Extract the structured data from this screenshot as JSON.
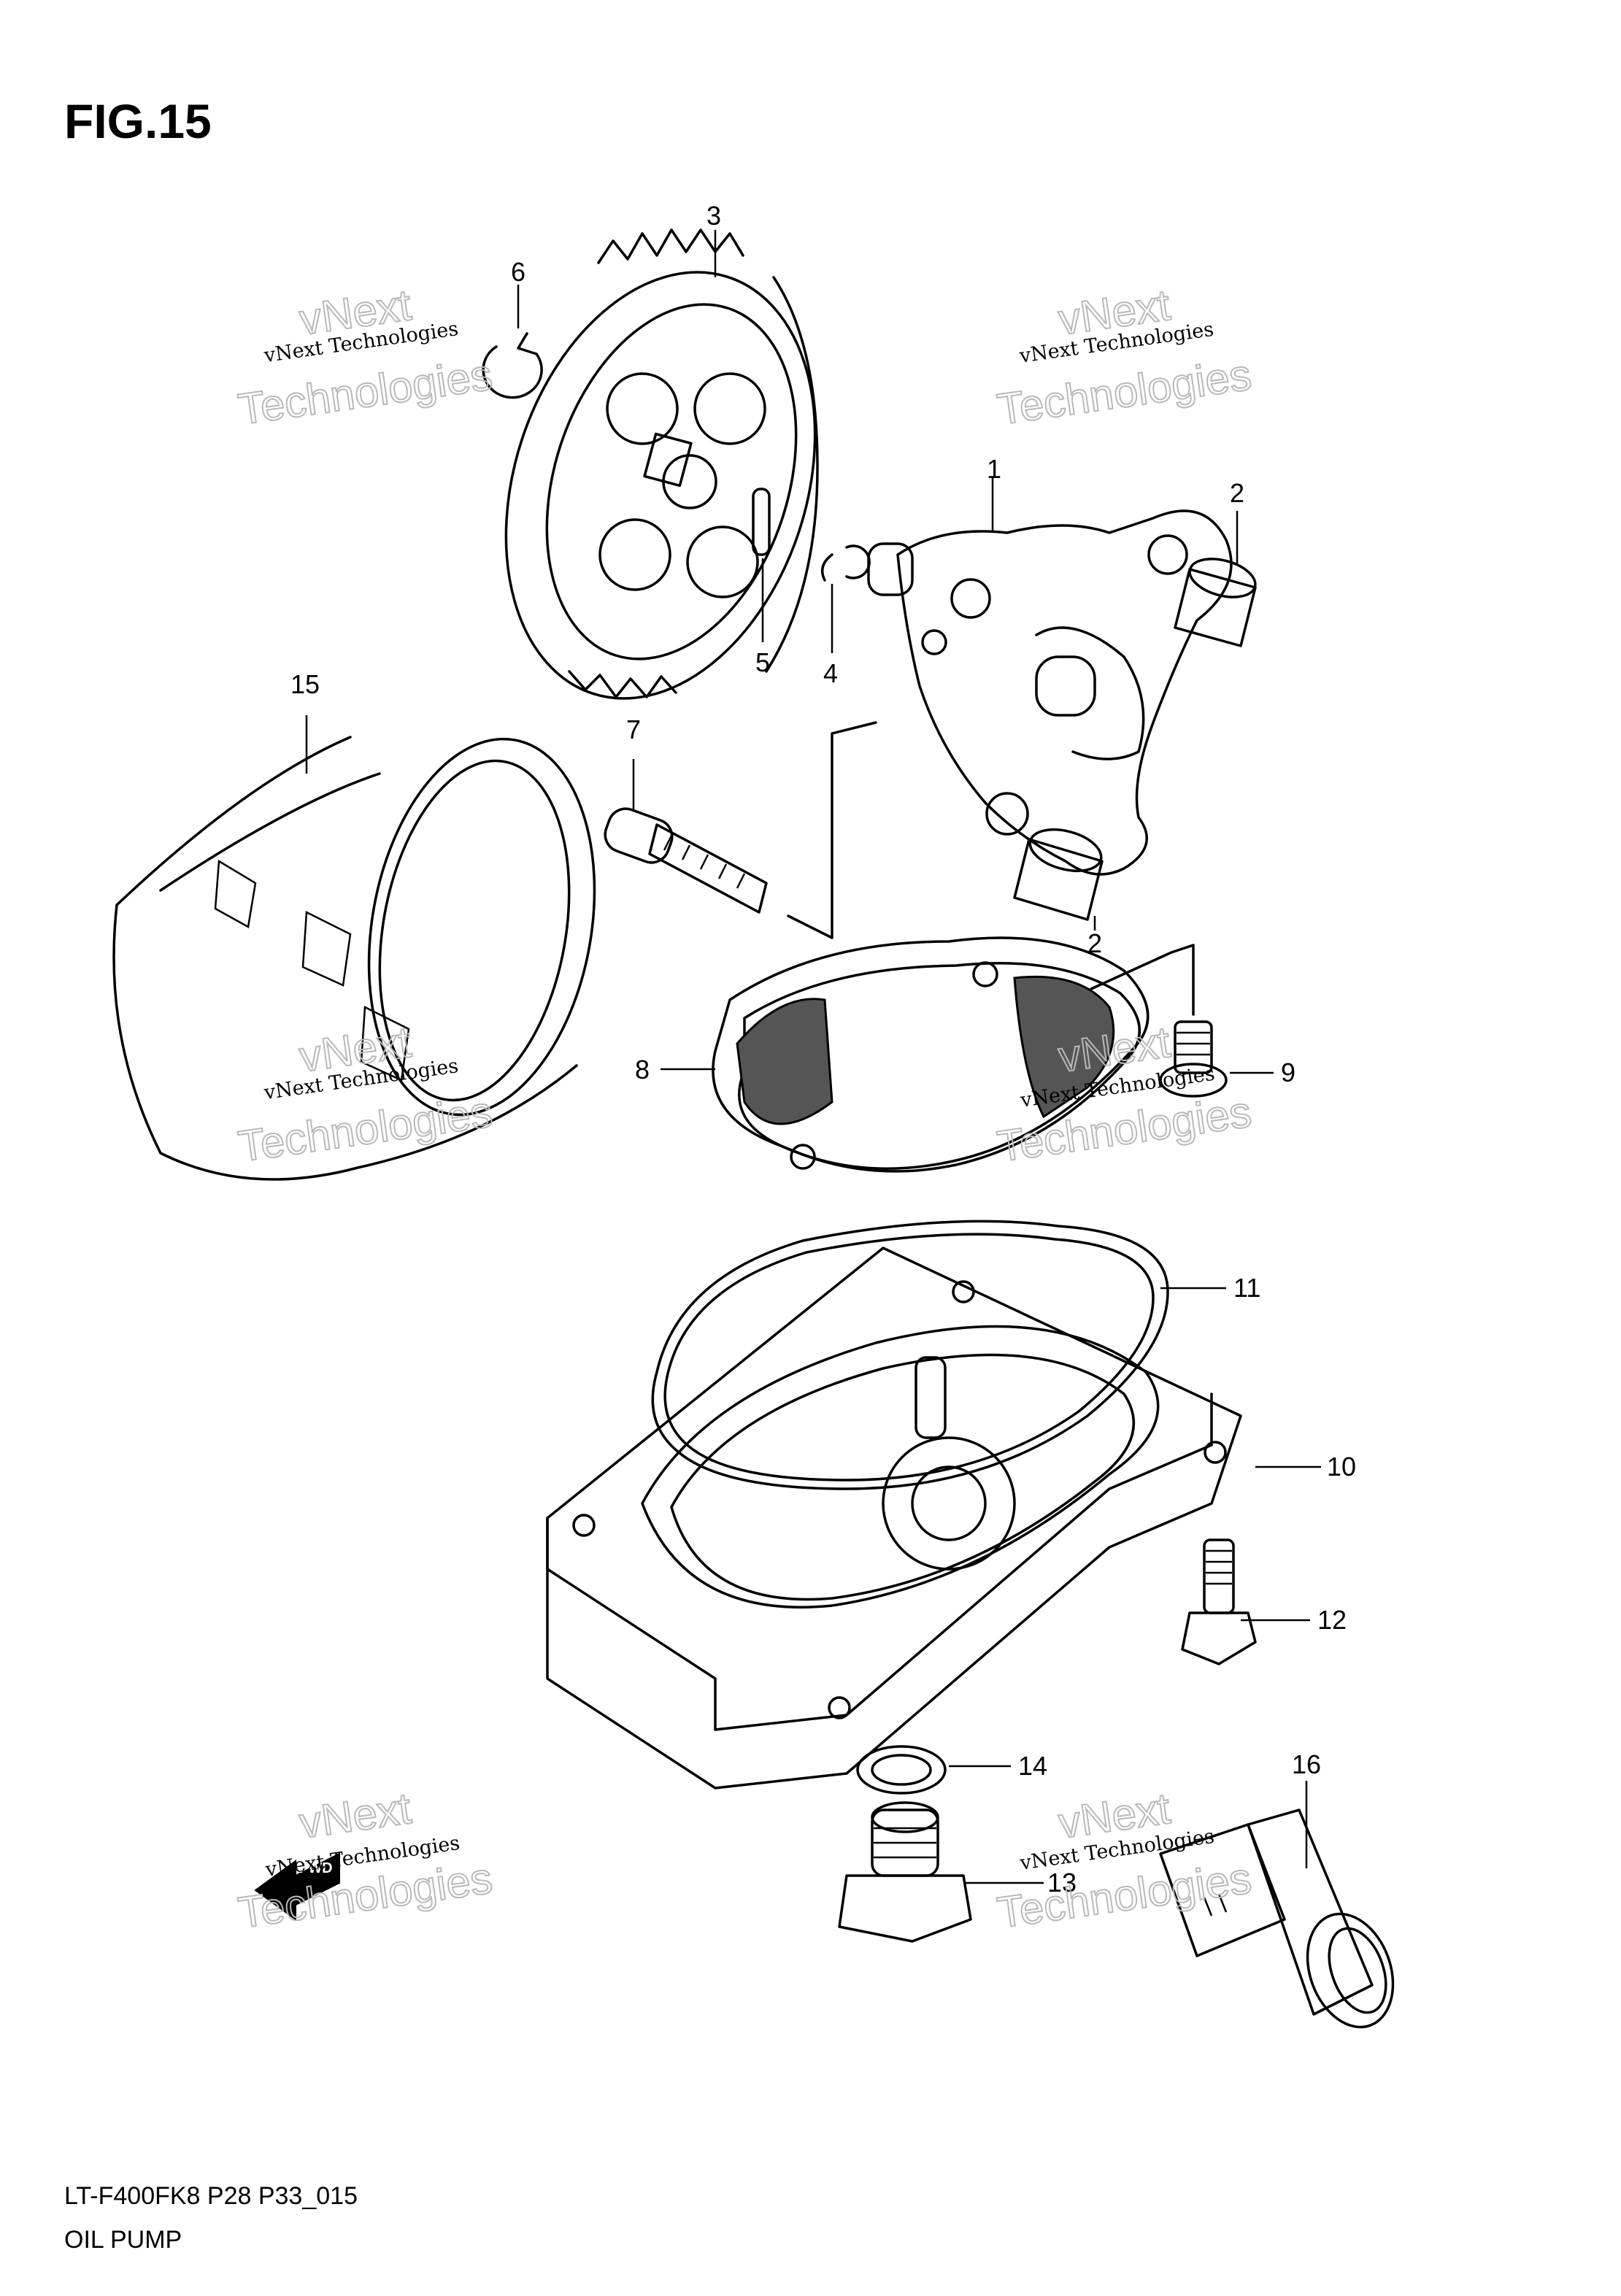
{
  "figure": {
    "title": "FIG.15",
    "footer_line1": "LT-F400FK8 P28 P33_015",
    "footer_line2": "OIL PUMP"
  },
  "callouts": [
    "1",
    "2",
    "2",
    "3",
    "4",
    "5",
    "6",
    "7",
    "8",
    "9",
    "10",
    "11",
    "12",
    "13",
    "14",
    "15",
    "16"
  ],
  "watermark": {
    "brand": "vNext Technologies",
    "big_word": "Technologies",
    "small_word": "vNext"
  },
  "arrow_label": "FWD"
}
